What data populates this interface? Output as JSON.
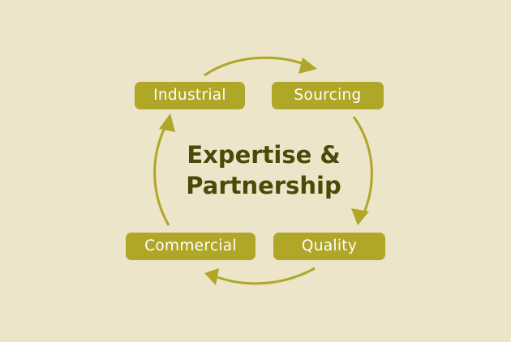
{
  "center": {
    "line1": "Expertise &",
    "line2": "Partnership"
  },
  "nodes": {
    "industrial": "Industrial",
    "sourcing": "Sourcing",
    "quality": "Quality",
    "commercial": "Commercial"
  },
  "colors": {
    "background": "#ece5c9",
    "node_fill": "#b0a628",
    "node_text": "#ffffff",
    "arrow": "#b0a628",
    "center_text": "#4a4a08"
  }
}
